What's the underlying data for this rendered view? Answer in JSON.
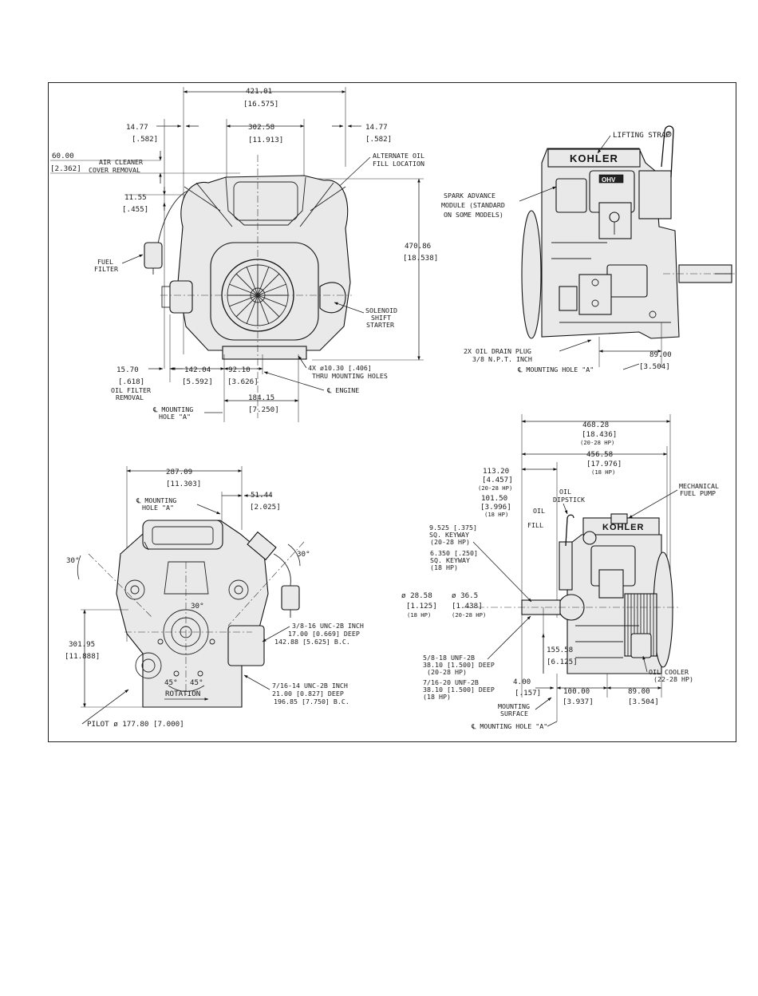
{
  "front_view": {
    "overall_width": {
      "mm": "421.01",
      "in": "[16.575]"
    },
    "inner_width": {
      "mm": "302.58",
      "in": "[11.913]"
    },
    "left_offset": {
      "mm": "14.77",
      "in": "[.582]"
    },
    "right_offset": {
      "mm": "14.77",
      "in": "[.582]"
    },
    "air_cleaner": {
      "mm": "60.00",
      "in": "[2.362]",
      "line1": "AIR CLEANER",
      "line2": "COVER REMOVAL"
    },
    "alt_oil_fill": {
      "line1": "ALTERNATE OIL",
      "line2": "FILL LOCATION"
    },
    "top_offset": {
      "mm": "11.55",
      "in": "[.455]"
    },
    "height": {
      "mm": "470.86",
      "in": "[18.538]"
    },
    "fuel_filter": {
      "line1": "FUEL",
      "line2": "FILTER"
    },
    "solenoid": {
      "line1": "SOLENOID",
      "line2": "SHIFT",
      "line3": "STARTER"
    },
    "filter_removal": {
      "mm": "15.70",
      "in": "[.618]",
      "line1": "OIL FILTER",
      "line2": "REMOVAL"
    },
    "dim_142": {
      "mm": "142.04",
      "in": "[5.592]"
    },
    "dim_92": {
      "mm": "92.10",
      "in": "[3.626]"
    },
    "mounting_holes": {
      "line1": "4X ø10.30 [.406]",
      "line2": "THRU MOUNTING HOLES"
    },
    "engine_cl": "℄ ENGINE",
    "dim_184": {
      "mm": "184.15",
      "in": "[7.250]"
    },
    "mount_hole_cl": {
      "line1": "℄ MOUNTING",
      "line2": "HOLE \"A\""
    }
  },
  "side_view": {
    "lifting_strap": "LIFTING STRAP",
    "brand": "KOHLER",
    "ohv": "OHV",
    "spark": {
      "line1": "SPARK ADVANCE",
      "line2": "MODULE (STANDARD",
      "line3": "ON SOME MODELS)"
    },
    "drain": {
      "line1": "2X OIL DRAIN PLUG",
      "line2": "3/8 N.P.T. INCH"
    },
    "dim_89": {
      "mm": "89.00",
      "in": "[3.504]"
    },
    "mount_hole_cl": "℄ MOUNTING HOLE \"A\""
  },
  "bottom_view": {
    "dim_287": {
      "mm": "287.09",
      "in": "[11.303]"
    },
    "dim_51": {
      "mm": "51.44",
      "in": "[2.025]"
    },
    "mount_hole_cl": {
      "line1": "℄ MOUNTING",
      "line2": "HOLE \"A\""
    },
    "angle_left": "30°",
    "angle_right": "30°",
    "angle_center": "30°",
    "height": {
      "mm": "301.95",
      "in": "[11.888]"
    },
    "thread1": {
      "line1": "3/8-16 UNC-2B INCH",
      "line2": "17.00 [0.669] DEEP",
      "line3": "142.88 [5.625] B.C."
    },
    "thread2": {
      "line1": "7/16-14 UNC-2B INCH",
      "line2": "21.00 [0.827] DEEP",
      "line3": "196.85 [7.750] B.C."
    },
    "angle_45a": "45°",
    "angle_45b": "45°",
    "rotation": "ROTATION",
    "pilot": "PILOT ø 177.80 [7.000]"
  },
  "right_view": {
    "dim_468": {
      "mm": "468.28",
      "in": "[18.436]",
      "hp": "(20-28 HP)"
    },
    "dim_456": {
      "mm": "456.58",
      "in": "[17.976]",
      "hp": "(18 HP)"
    },
    "dim_113": {
      "mm": "113.20",
      "in": "[4.457]",
      "hp": "(20-28 HP)"
    },
    "dim_101": {
      "mm": "101.50",
      "in": "[3.996]",
      "hp": "(18 HP)"
    },
    "oil_dipstick": {
      "line1": "OIL",
      "line2": "DIPSTICK"
    },
    "fuel_pump": {
      "line1": "MECHANICAL",
      "line2": "FUEL PUMP"
    },
    "oil_fill": {
      "line1": "OIL",
      "line2": "FILL"
    },
    "brand": "KOHLER",
    "keyway1": {
      "line1": "9.525 [.375]",
      "line2": "SQ. KEYWAY",
      "line3": "(20-28 HP)"
    },
    "keyway2": {
      "line1": "6.350 [.250]",
      "line2": "SQ. KEYWAY",
      "line3": "(18 HP)"
    },
    "shaft1": {
      "line1": "ø 28.58",
      "line2": "[1.125]",
      "line3": "(18 HP)"
    },
    "shaft2": {
      "line1": "ø 36.5",
      "line2": "[1.438]",
      "line3": "(20-28 HP)"
    },
    "dim_155": {
      "mm": "155.58",
      "in": "[6.125]"
    },
    "thread1": {
      "line1": "5/8-18 UNF-2B",
      "line2": "38.10 [1.500] DEEP",
      "line3": "(20-28 HP)"
    },
    "thread2": {
      "line1": "7/16-20 UNF-2B",
      "line2": "38.10 [1.500] DEEP",
      "line3": "(18 HP)"
    },
    "dim_4": {
      "mm": "4.00",
      "in": "[.157]"
    },
    "dim_100": {
      "mm": "100.00",
      "in": "[3.937]"
    },
    "dim_89": {
      "mm": "89.00",
      "in": "[3.504]"
    },
    "mounting_surface": {
      "line1": "MOUNTING",
      "line2": "SURFACE"
    },
    "oil_cooler": {
      "line1": "OIL COOLER",
      "line2": "(22-28 HP)"
    },
    "mount_hole_cl": "℄ MOUNTING HOLE \"A\""
  }
}
